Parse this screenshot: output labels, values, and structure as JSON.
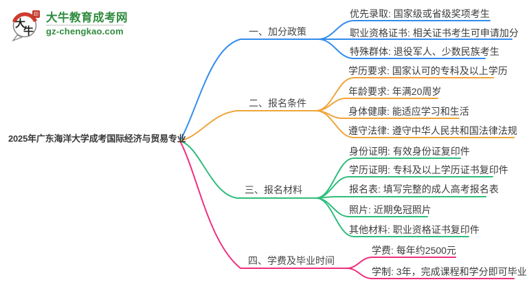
{
  "logo": {
    "mark_text": "大牛",
    "title": "大牛教育成考网",
    "domain": "gz-chengkao.com",
    "brand_green": "#2E8B3E",
    "seal_red": "#C0392B",
    "hat_red": "#CF3B2F"
  },
  "central": {
    "title": "2025年广东海洋大学成考国际经济与贸易专业"
  },
  "branches": [
    {
      "label": "一、加分政策",
      "color": "#338CEC",
      "items": [
        "优先录取: 国家级或省级奖项考生",
        "职业资格证书: 相关证书考生可申请加分",
        "特殊群体: 退役军人、少数民族考生"
      ]
    },
    {
      "label": "二、报名条件",
      "color": "#F0A43A",
      "items": [
        "学历要求: 国家认可的专科及以上学历",
        "年龄要求: 年满20周岁",
        "身体健康: 能适应学习和生活",
        "遵守法律: 遵守中华人民共和国法律法规"
      ]
    },
    {
      "label": "三、报名材料",
      "color": "#2EBD7B",
      "items": [
        "身份证明: 有效身份证复印件",
        "学历证明: 专科及以上学历证书复印件",
        "报名表: 填写完整的成人高考报名表",
        "照片: 近期免冠照片",
        "其他材料: 职业资格证书复印件"
      ]
    },
    {
      "label": "四、学费及毕业时间",
      "color": "#EF2E7D",
      "items": [
        "学费: 每年约2500元",
        "学制: 3年，完成课程和学分即可毕业"
      ]
    }
  ]
}
